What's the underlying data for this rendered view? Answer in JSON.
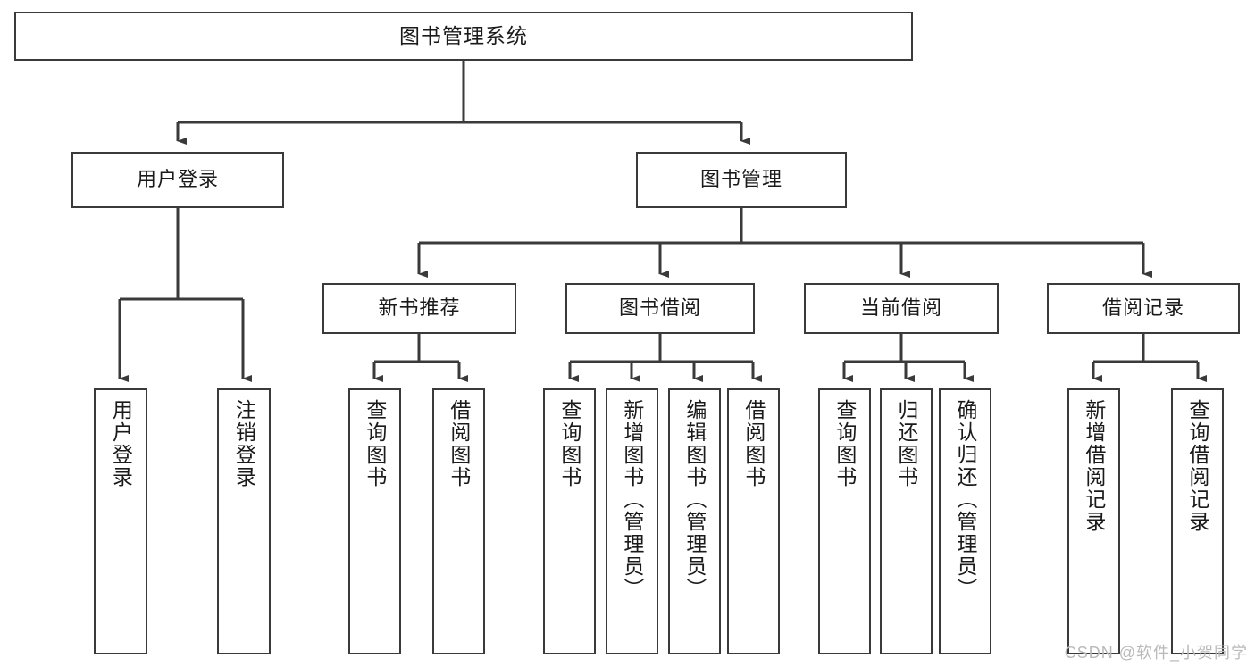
{
  "diagram": {
    "title": "图书管理系统",
    "type": "hierarchy-tree",
    "watermark": "CSDN @软件_小贺同学",
    "colors": {
      "stroke": "#3a3a3a",
      "fill": "#ffffff",
      "text": "#1a1a1a",
      "watermark": "#b9b9b9"
    },
    "levels": [
      {
        "level": 1,
        "nodes": [
          {
            "id": "root",
            "label": "图书管理系统",
            "orientation": "horizontal"
          }
        ]
      },
      {
        "level": 2,
        "nodes": [
          {
            "id": "user-login",
            "label": "用户登录",
            "orientation": "horizontal",
            "parent": "root"
          },
          {
            "id": "book-manage",
            "label": "图书管理",
            "orientation": "horizontal",
            "parent": "root"
          }
        ]
      },
      {
        "level": 3,
        "nodes": [
          {
            "id": "new-book-rec",
            "label": "新书推荐",
            "orientation": "horizontal",
            "parent": "book-manage"
          },
          {
            "id": "book-borrow",
            "label": "图书借阅",
            "orientation": "horizontal",
            "parent": "book-manage"
          },
          {
            "id": "current-borrow",
            "label": "当前借阅",
            "orientation": "horizontal",
            "parent": "book-manage"
          },
          {
            "id": "borrow-record",
            "label": "借阅记录",
            "orientation": "horizontal",
            "parent": "book-manage"
          }
        ]
      },
      {
        "level": 4,
        "nodes": [
          {
            "id": "leaf-user-login",
            "label": "用户登录",
            "orientation": "vertical",
            "parent": "user-login"
          },
          {
            "id": "leaf-logout-login",
            "label": "注销登录",
            "orientation": "vertical",
            "parent": "user-login"
          },
          {
            "id": "leaf-query-book-1",
            "label": "查询图书",
            "orientation": "vertical",
            "parent": "new-book-rec"
          },
          {
            "id": "leaf-borrow-book-1",
            "label": "借阅图书",
            "orientation": "vertical",
            "parent": "new-book-rec"
          },
          {
            "id": "leaf-query-book-2",
            "label": "查询图书",
            "orientation": "vertical",
            "parent": "book-borrow"
          },
          {
            "id": "leaf-add-book",
            "label": "新增图书（管理员）",
            "orientation": "vertical",
            "parent": "book-borrow"
          },
          {
            "id": "leaf-edit-book",
            "label": "编辑图书（管理员）",
            "orientation": "vertical",
            "parent": "book-borrow"
          },
          {
            "id": "leaf-borrow-book-2",
            "label": "借阅图书",
            "orientation": "vertical",
            "parent": "book-borrow"
          },
          {
            "id": "leaf-query-book-3",
            "label": "查询图书",
            "orientation": "vertical",
            "parent": "current-borrow"
          },
          {
            "id": "leaf-return-book",
            "label": "归还图书",
            "orientation": "vertical",
            "parent": "current-borrow"
          },
          {
            "id": "leaf-confirm-return",
            "label": "确认归还（管理员）",
            "orientation": "vertical",
            "parent": "current-borrow"
          },
          {
            "id": "leaf-add-record",
            "label": "新增借阅记录",
            "orientation": "vertical",
            "parent": "borrow-record"
          },
          {
            "id": "leaf-query-record",
            "label": "查询借阅记录",
            "orientation": "vertical",
            "parent": "borrow-record"
          }
        ]
      }
    ]
  }
}
